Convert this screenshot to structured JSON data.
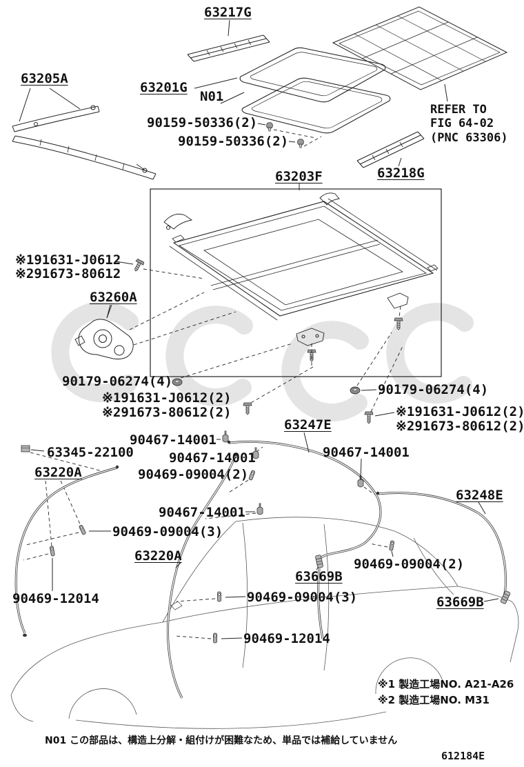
{
  "page": {
    "doc_number": "612184E",
    "footnote_n01": "N01  この部品は、構造上分解・組付けが困難なため、単品では補給していません",
    "factory_note_1": "※1 製造工場NO. A21-A26",
    "factory_note_2": "※2 製造工場NO. M31",
    "refer_line_1": "REFER TO",
    "refer_line_2": "FIG 64-02",
    "refer_line_3": "(PNC 63306)"
  },
  "callouts": {
    "rail_front": "63217G",
    "housing_side": "63205A",
    "glass": "63201G",
    "glass_note": "N01",
    "grommet_a": "90159-50336(2)",
    "grommet_b": "90159-50336(2)",
    "rail_rear": "63218G",
    "housing": "63203F",
    "bolt_1": "※191631-J0612",
    "bolt_2": "※291673-80612",
    "motor": "63260A",
    "grommet_left": "90179-06274(4)",
    "bolt_left_1": "※191631-J0612(2)",
    "bolt_left_2": "※291673-80612(2)",
    "grommet_right": "90179-06274(4)",
    "bolt_right_1": "※191631-J0612(2)",
    "bolt_right_2": "※291673-80612(2)",
    "hose_rear": "63247E",
    "clip_a": "90467-14001",
    "clip_block": "63345-22100",
    "clip_b": "90467-14001",
    "hose_front_left": "63220A",
    "clamp_a": "90469-09004(2)",
    "clip_c": "90467-14001",
    "hose_rear_right": "63248E",
    "clip_d": "90467-14001",
    "clamp_b": "90469-09004(3)",
    "hose_front_mid": "63220A",
    "joint_mid": "63669B",
    "clamp_c": "90469-09004(2)",
    "clamp_d": "90469-12014",
    "clamp_e": "90469-09004(3)",
    "joint_right": "63669B",
    "clamp_f": "90469-12014"
  }
}
